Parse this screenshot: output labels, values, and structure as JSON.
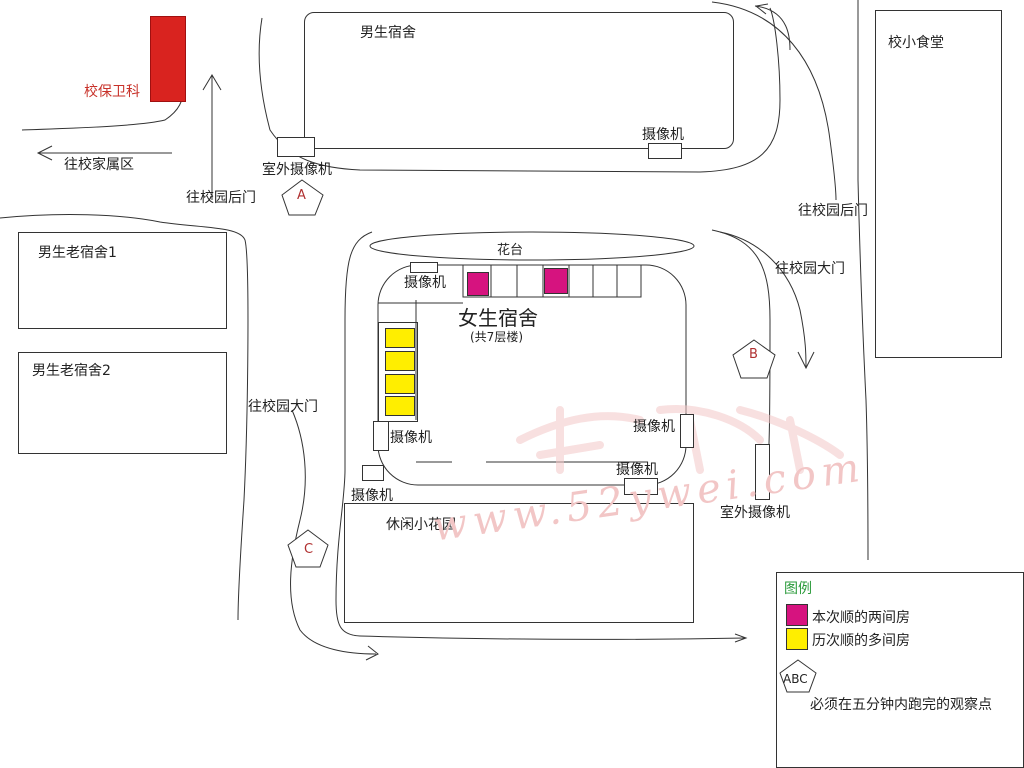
{
  "colors": {
    "security_red": "#d9231f",
    "highlight_magenta": "#d6137f",
    "history_yellow": "#ffee00",
    "legend_title_green": "#2a9a3a",
    "label_red": "#c8322a",
    "watermark_pink": "#f2c6c6"
  },
  "labels": {
    "security_office": "校保卫科",
    "to_family_area": "往校家属区",
    "to_back_gate_left": "往校园后门",
    "outdoor_camera_a": "室外摄像机",
    "boys_dorm": "男生宿舍",
    "camera_top": "摄像机",
    "small_canteen": "校小食堂",
    "to_back_gate_right": "往校园后门",
    "to_main_gate_right": "往校园大门",
    "old_boys_dorm_1": "男生老宿舍1",
    "old_boys_dorm_2": "男生老宿舍2",
    "flower_bed": "花台",
    "camera_inner_top": "摄像机",
    "girls_dorm": "女生宿舍",
    "girls_dorm_floors": "(共7层楼)",
    "to_main_gate_left": "往校园大门",
    "camera_left": "摄像机",
    "camera_right": "摄像机",
    "camera_bottom_right": "摄像机",
    "camera_bottom_left": "摄像机",
    "outdoor_camera_b": "室外摄像机",
    "leisure_garden": "休闲小花园"
  },
  "points": {
    "a": "A",
    "b": "B",
    "c": "C"
  },
  "legend": {
    "title": "图例",
    "item1": "本次顺的两间房",
    "item2": "历次顺的多间房",
    "symbol": "ABC",
    "item3": "必须在五分钟内跑完的观察点"
  },
  "watermark": {
    "text": "www.52ywei.com"
  }
}
